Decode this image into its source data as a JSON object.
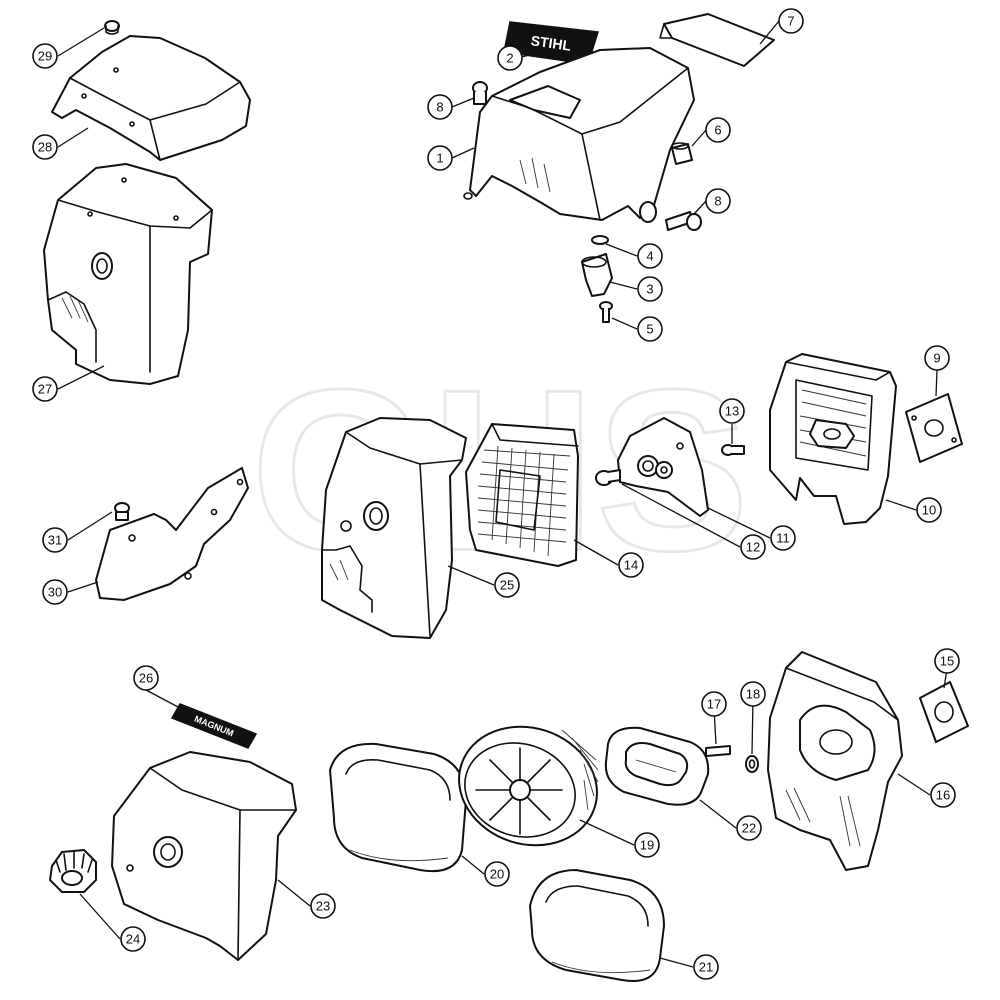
{
  "diagram": {
    "callouts": [
      "1",
      "2",
      "3",
      "4",
      "5",
      "6",
      "7",
      "8",
      "8",
      "9",
      "10",
      "11",
      "12",
      "13",
      "14",
      "15",
      "16",
      "17",
      "18",
      "19",
      "20",
      "21",
      "22",
      "23",
      "24",
      "25",
      "26",
      "27",
      "28",
      "29",
      "30",
      "31"
    ]
  },
  "decals": {
    "brand_label": "STIHL",
    "model_label": "MAGNUM"
  },
  "watermark": "GHS"
}
